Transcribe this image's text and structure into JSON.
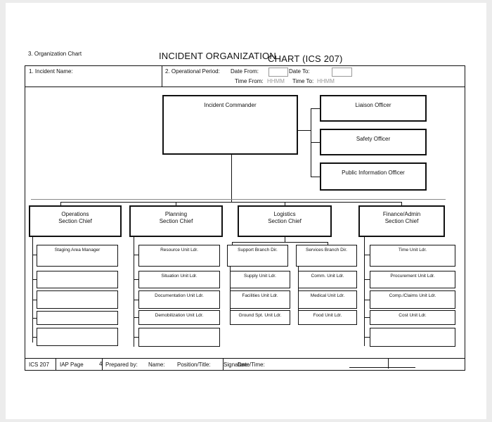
{
  "header": {
    "section_label": "3. Organization Chart",
    "title": "INCIDENT ORGANIZATION",
    "title2": "CHART (ICS 207)",
    "incident_name_label": "1. Incident Name:",
    "operational_period_label": "2. Operational Period:",
    "date_from_label": "Date From:",
    "date_to_label": "Date To:",
    "date_from_value": "",
    "date_to_value": "",
    "time_from_label": "Time From:",
    "time_from_value": "HHMM",
    "time_to_label": "Time To:",
    "time_to_value": "HHMM"
  },
  "command": {
    "incident_commander": "Incident Commander",
    "liaison_officer": "Liaison Officer",
    "safety_officer": "Safety Officer",
    "public_information_officer": "Public Information Officer"
  },
  "sections": {
    "operations": {
      "line1": "Operations",
      "line2": "Section Chief"
    },
    "planning": {
      "line1": "Planning",
      "line2": "Section Chief"
    },
    "logistics": {
      "line1": "Logistics",
      "line2": "Section Chief"
    },
    "finance": {
      "line1": "Finance/Admin",
      "line2": "Section Chief"
    }
  },
  "operations_units": [
    "Staging Area Manager",
    "",
    "",
    "",
    ""
  ],
  "planning_units": [
    "Resource Unit Ldr.",
    "Situation Unit Ldr.",
    "Documentation Unit Ldr.",
    "Demobilization Unit Ldr.",
    ""
  ],
  "logistics_support": [
    "Support Branch Dir.",
    "Supply Unit Ldr.",
    "Facilities Unit Ldr.",
    "Ground Spt. Unit Ldr."
  ],
  "logistics_service": [
    "Services Branch Dir.",
    "Comm. Unit Ldr.",
    "Medical Unit Ldr.",
    "Food Unit Ldr."
  ],
  "finance_units": [
    "Time Unit Ldr.",
    "Procurement Unit Ldr.",
    "Comp./Claims Unit Ldr.",
    "Cost Unit Ldr.",
    ""
  ],
  "footer": {
    "form": "ICS 207",
    "iap_page": "IAP Page",
    "page_number": "4",
    "prepared_by": "Prepared by:",
    "name": "Name:",
    "position_title": "Position/Title:",
    "signature": "Signature:",
    "date_time": "Date/Time:"
  }
}
